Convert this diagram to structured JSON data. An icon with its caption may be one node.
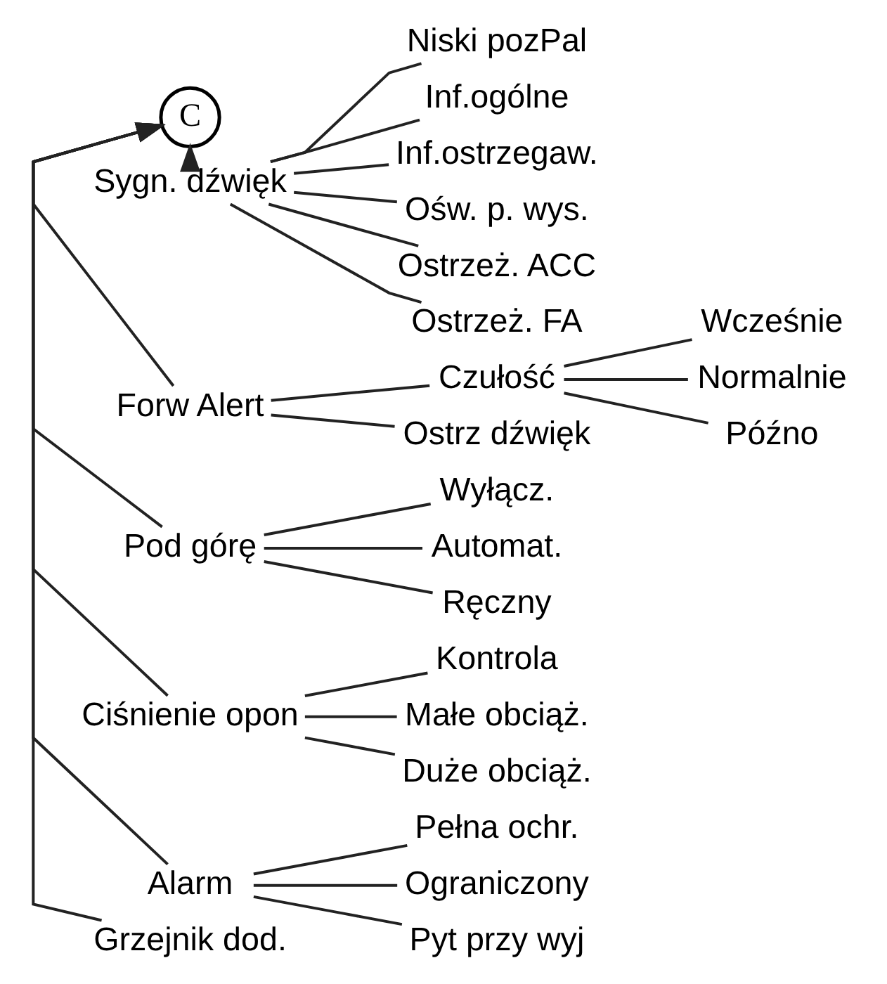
{
  "diagram": {
    "nodes": [
      {
        "text": [
          "C"
        ]
      },
      {
        "text": [
          "Sygn. dźwięk"
        ]
      },
      {
        "text": [
          "Niski pozPal"
        ]
      },
      {
        "text": [
          "Inf.ogólne"
        ]
      },
      {
        "text": [
          "Inf.ostrzegaw."
        ]
      },
      {
        "text": [
          "Ośw. p. wys."
        ]
      },
      {
        "text": [
          "Ostrzeż. ACC"
        ]
      },
      {
        "text": [
          "Ostrzeż. FA"
        ]
      },
      {
        "text": [
          "Forw Alert"
        ]
      },
      {
        "text": [
          "Czułość"
        ]
      },
      {
        "text": [
          "Wcześnie"
        ]
      },
      {
        "text": [
          "Normalnie"
        ]
      },
      {
        "text": [
          "Późno"
        ]
      },
      {
        "text": [
          "Ostrz dźwięk"
        ]
      },
      {
        "text": [
          "Pod górę"
        ]
      },
      {
        "text": [
          "Wyłącz."
        ]
      },
      {
        "text": [
          "Automat."
        ]
      },
      {
        "text": [
          "Ręczny"
        ]
      },
      {
        "text": [
          "Ciśnienie opon"
        ]
      },
      {
        "text": [
          "Kontrola"
        ]
      },
      {
        "text": [
          "Małe obciąż."
        ]
      },
      {
        "text": [
          "Duże obciąż."
        ]
      },
      {
        "text": [
          "Alarm"
        ]
      },
      {
        "text": [
          "Pełna ochr."
        ]
      },
      {
        "text": [
          "Ograniczony"
        ]
      },
      {
        "text": [
          "Pyt przy wyj"
        ]
      },
      {
        "text": [
          "Grzejnik dod."
        ]
      }
    ],
    "edges": [
      {
        "from": 1,
        "to": 0,
        "arrow": "to"
      },
      {
        "from": 8,
        "to": 0,
        "arrow": "to"
      },
      {
        "from": 14,
        "to": 0,
        "arrow": "to"
      },
      {
        "from": 18,
        "to": 0,
        "arrow": "to"
      },
      {
        "from": 22,
        "to": 0,
        "arrow": "to"
      },
      {
        "from": 26,
        "to": 0,
        "arrow": "to"
      },
      {
        "from": 1,
        "to": 2,
        "arrow": "none"
      },
      {
        "from": 1,
        "to": 3,
        "arrow": "none"
      },
      {
        "from": 1,
        "to": 4,
        "arrow": "none"
      },
      {
        "from": 1,
        "to": 5,
        "arrow": "none"
      },
      {
        "from": 1,
        "to": 6,
        "arrow": "none"
      },
      {
        "from": 1,
        "to": 7,
        "arrow": "none"
      },
      {
        "from": 8,
        "to": 9,
        "arrow": "none"
      },
      {
        "from": 8,
        "to": 13,
        "arrow": "none"
      },
      {
        "from": 9,
        "to": 10,
        "arrow": "none"
      },
      {
        "from": 9,
        "to": 11,
        "arrow": "none"
      },
      {
        "from": 9,
        "to": 12,
        "arrow": "none"
      },
      {
        "from": 14,
        "to": 15,
        "arrow": "none"
      },
      {
        "from": 14,
        "to": 16,
        "arrow": "none"
      },
      {
        "from": 14,
        "to": 17,
        "arrow": "none"
      },
      {
        "from": 18,
        "to": 19,
        "arrow": "none"
      },
      {
        "from": 18,
        "to": 20,
        "arrow": "none"
      },
      {
        "from": 18,
        "to": 21,
        "arrow": "none"
      },
      {
        "from": 22,
        "to": 23,
        "arrow": "none"
      },
      {
        "from": 22,
        "to": 24,
        "arrow": "none"
      },
      {
        "from": 22,
        "to": 25,
        "arrow": "none"
      }
    ]
  }
}
